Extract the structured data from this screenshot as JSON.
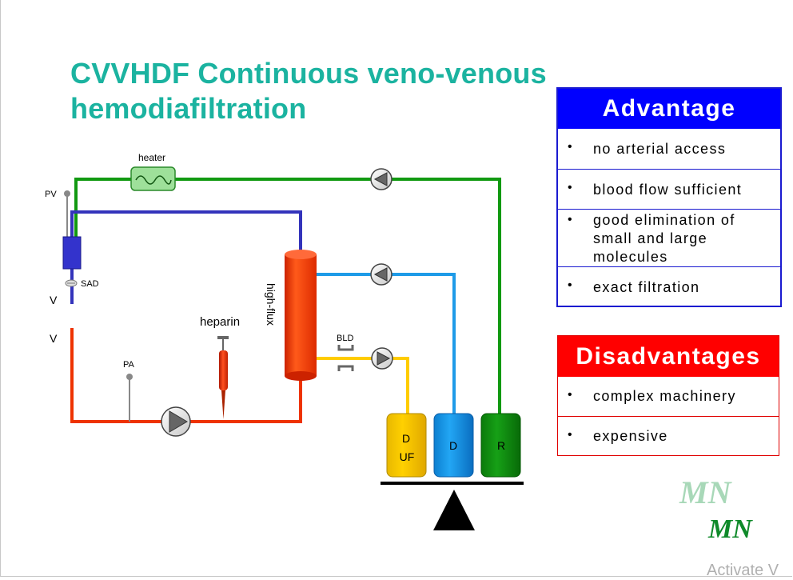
{
  "title": {
    "line1": "CVVHDF Continuous veno-venous",
    "line2": "hemodiafiltration"
  },
  "diagram": {
    "labels": {
      "heater": "heater",
      "pv": "PV",
      "sad": "SAD",
      "v_top": "V",
      "v_bottom": "V",
      "heparin": "heparin",
      "pa": "PA",
      "filter": "high-flux",
      "bld": "BLD"
    },
    "containers": {
      "duf_line1": "D",
      "duf_line2": "UF",
      "d": "D",
      "r": "R"
    },
    "colors": {
      "venous_line": "#3333bb",
      "arterial_line": "#ee3300",
      "replacement_line": "#119911",
      "dialysate_line": "#1e9be8",
      "effluent_line": "#ffcc00"
    }
  },
  "advantage": {
    "header": "Advantage",
    "items": [
      "no arterial access",
      "blood flow sufficient",
      "good elimination of small and large molecules",
      "exact filtration"
    ]
  },
  "disadvantages": {
    "header": "Disadvantages",
    "items": [
      "complex machinery",
      "expensive"
    ]
  },
  "signature": {
    "top": "MN",
    "bottom": "MN"
  },
  "watermark": "Activate V"
}
